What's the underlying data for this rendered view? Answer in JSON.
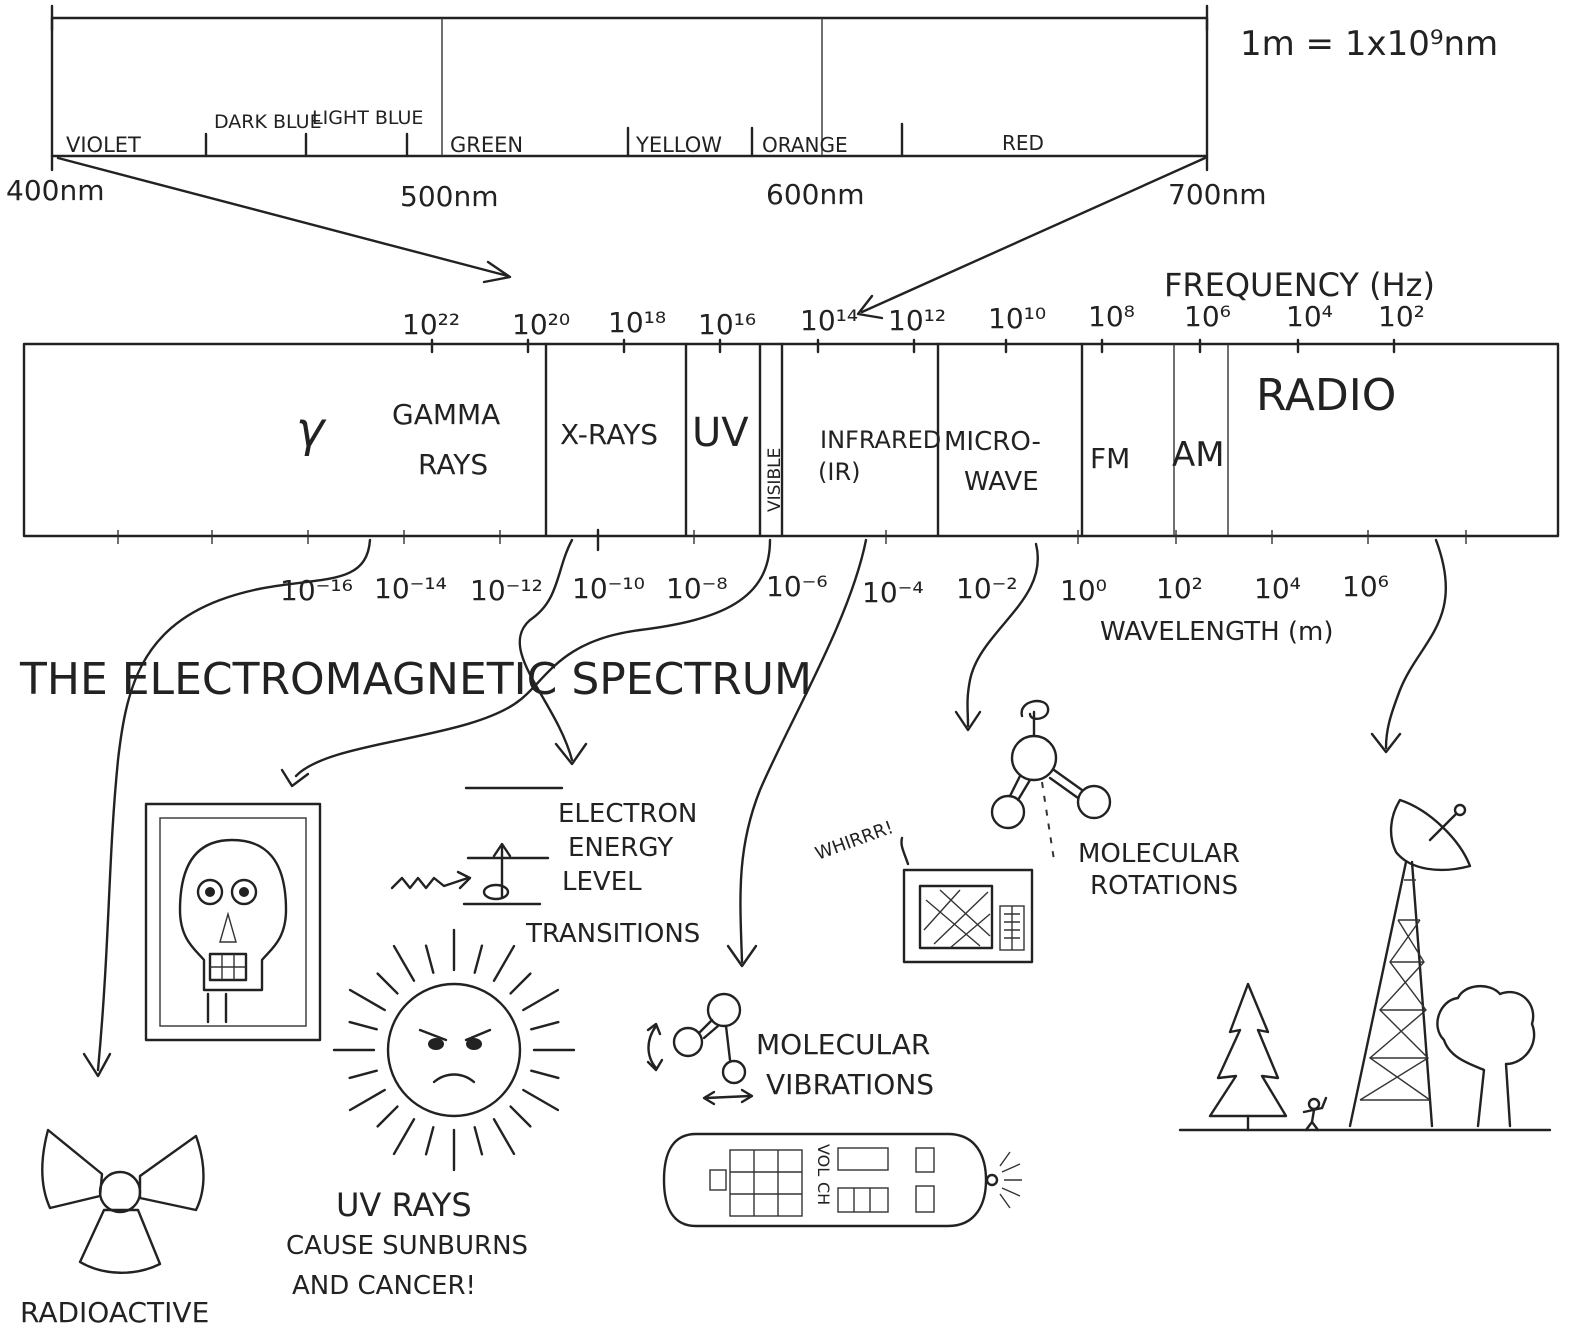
{
  "conversion": "1m = 1x10⁹nm",
  "visible_spectrum": {
    "colors": [
      "VIOLET",
      "DARK BLUE",
      "LIGHT BLUE",
      "GREEN",
      "YELLOW",
      "ORANGE",
      "RED"
    ],
    "wavelength_labels": [
      "400nm",
      "500nm",
      "600nm",
      "700nm"
    ]
  },
  "frequency_axis": {
    "title": "FREQUENCY (Hz)",
    "ticks": [
      "10²²",
      "10²⁰",
      "10¹⁸",
      "10¹⁶",
      "10¹⁴",
      "10¹²",
      "10¹⁰",
      "10⁸",
      "10⁶",
      "10⁴",
      "10²"
    ]
  },
  "bands": {
    "gamma_symbol": "γ",
    "gamma": [
      "GAMMA",
      "RAYS"
    ],
    "xrays": "X-RAYS",
    "uv": "UV",
    "visible": "VISIBLE",
    "infrared": [
      "INFRARED",
      "(IR)"
    ],
    "microwave": [
      "MICRO-",
      "WAVE"
    ],
    "fm": "FM",
    "am": "AM",
    "radio": "RADIO"
  },
  "wavelength_axis": {
    "title": "WAVELENGTH (m)",
    "ticks": [
      "10⁻¹⁶",
      "10⁻¹⁴",
      "10⁻¹²",
      "10⁻¹⁰",
      "10⁻⁸",
      "10⁻⁶",
      "10⁻⁴",
      "10⁻²",
      "10⁰",
      "10²",
      "10⁴",
      "10⁶"
    ]
  },
  "title": "THE ELECTROMAGNETIC SPECTRUM",
  "annotations": {
    "electron": [
      "ELECTRON",
      "ENERGY",
      "LEVEL",
      "TRANSITIONS"
    ],
    "molecular_rotations": [
      "MOLECULAR",
      "ROTATIONS"
    ],
    "molecular_vibrations": [
      "MOLECULAR",
      "VIBRATIONS"
    ],
    "whirrr": "WHIRRR!",
    "uv_note": [
      "UV RAYS",
      "CAUSE SUNBURNS",
      "AND CANCER!"
    ],
    "radioactive": "RADIOACTIVE",
    "remote_labels": [
      "VOL",
      "CH"
    ]
  }
}
